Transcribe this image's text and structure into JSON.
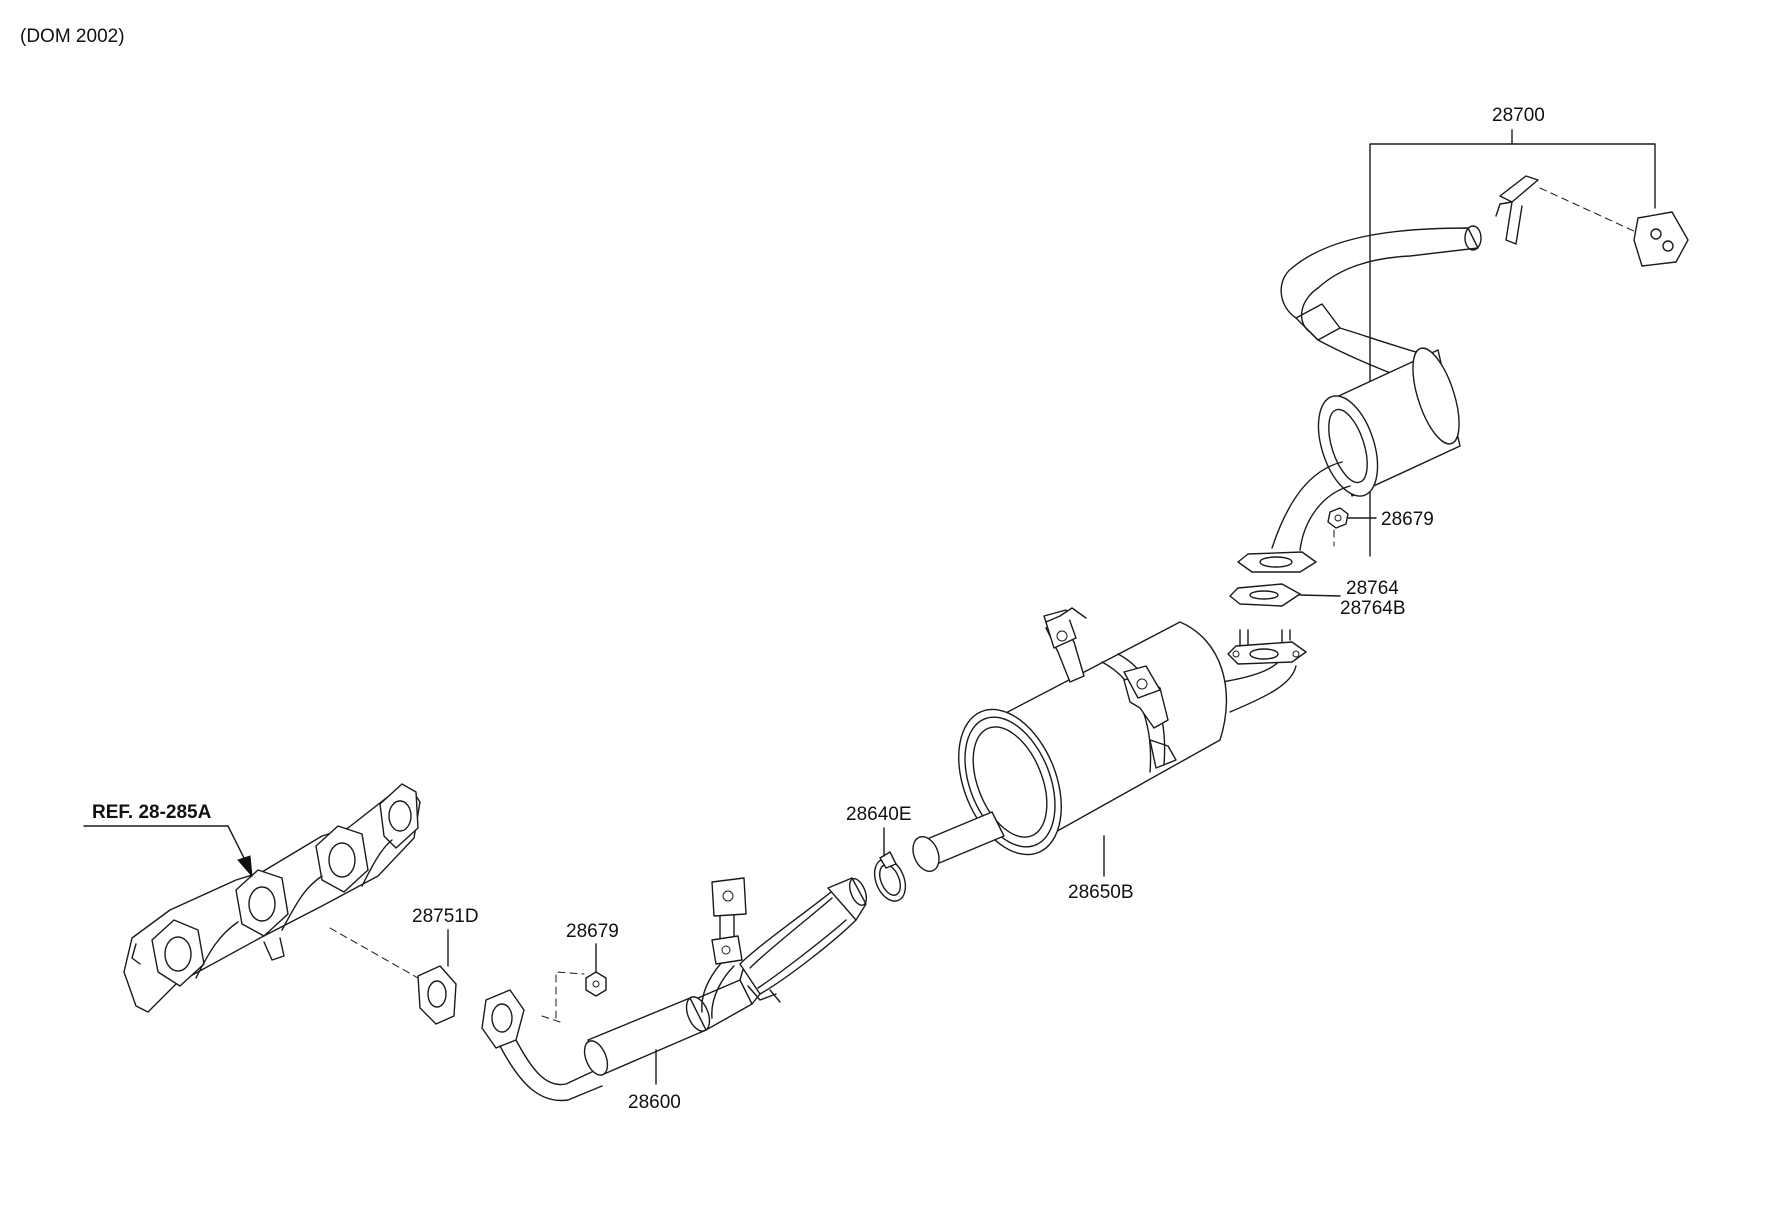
{
  "header": {
    "model_note": "(DOM 2002)"
  },
  "callouts": {
    "tail_pipe": "28700",
    "nut_upper": "28679",
    "gasket_a": "28764",
    "gasket_b": "28764B",
    "center_muffler": "28650B",
    "clamp": "28640E",
    "flange_gasket": "28751D",
    "nut_lower": "28679",
    "front_pipe": "28600",
    "manifold_ref": "REF. 28-285A"
  }
}
